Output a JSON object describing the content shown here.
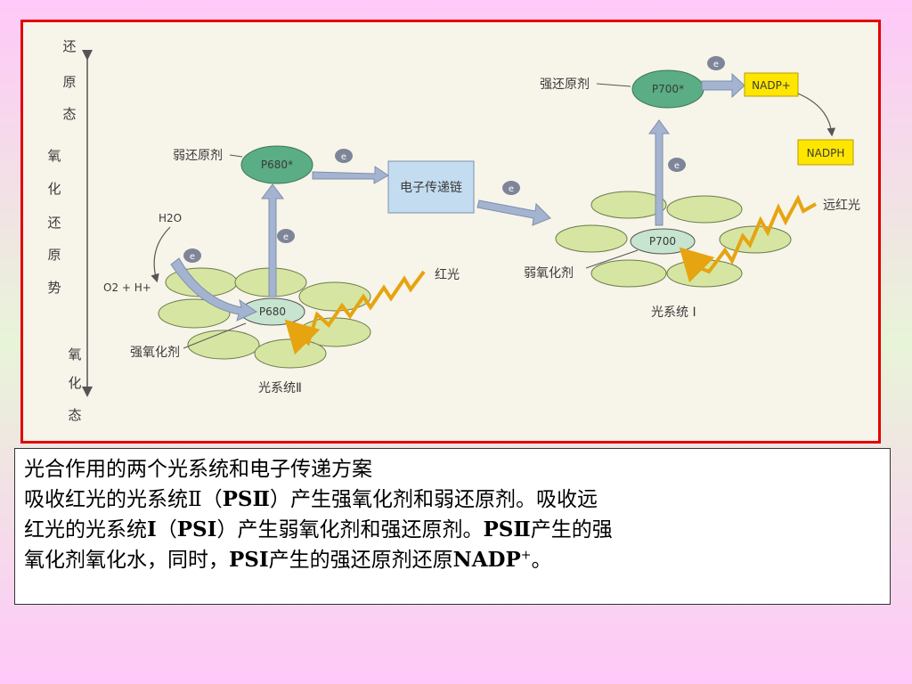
{
  "diagram": {
    "axis": {
      "top": [
        "还",
        "原",
        "态"
      ],
      "middle": [
        "氧",
        "化",
        "还",
        "原",
        "势"
      ],
      "bottom": [
        "氧",
        "化",
        "态"
      ]
    },
    "ps2": {
      "center": "P680",
      "excited": "P680*",
      "weak_reductant_label": "弱还原剂",
      "strong_oxidant_label": "强氧化剂",
      "system_label": "光系统Ⅱ",
      "light_label": "红光",
      "water": "H2O",
      "water_products": "O2 + H+"
    },
    "chain_label": "电子传递链",
    "ps1": {
      "center": "P700",
      "excited": "P700*",
      "strong_reductant_label": "强还原剂",
      "weak_oxidant_label": "弱氧化剂",
      "system_label": "光系统 Ⅰ",
      "light_label": "远红光"
    },
    "nadp": "NADP+",
    "nadph": "NADPH",
    "electron": "e"
  },
  "caption": {
    "title": "光合作用的两个光系统和电子传递方案",
    "line1_a": "吸收红光的光系统Ⅱ（",
    "line1_b": "PSⅡ",
    "line1_c": "）产生强氧化剂和弱还原剂。吸收远",
    "line2_a": "红光的光系统",
    "line2_b": "I",
    "line2_c": "（",
    "line2_d": "PSI",
    "line2_e": "）产生弱氧化剂和强还原剂。",
    "line2_f": "PSⅡ",
    "line2_g": "产生的强",
    "line3_a": "氧化剂氧化水，同时，",
    "line3_b": "PSI",
    "line3_c": "产生的强还原剂还原",
    "line3_d": "NADP",
    "line3_e": "+",
    "line3_f": "。"
  },
  "colors": {
    "frame": "#e30000",
    "disc": "#d6e6a2",
    "center": "#c6e4cf",
    "excited": "#5aad84",
    "chain": "#c3dcf0",
    "nadp": "#ffe600",
    "arrow": "#a4b3cf",
    "light": "#e6a410"
  }
}
